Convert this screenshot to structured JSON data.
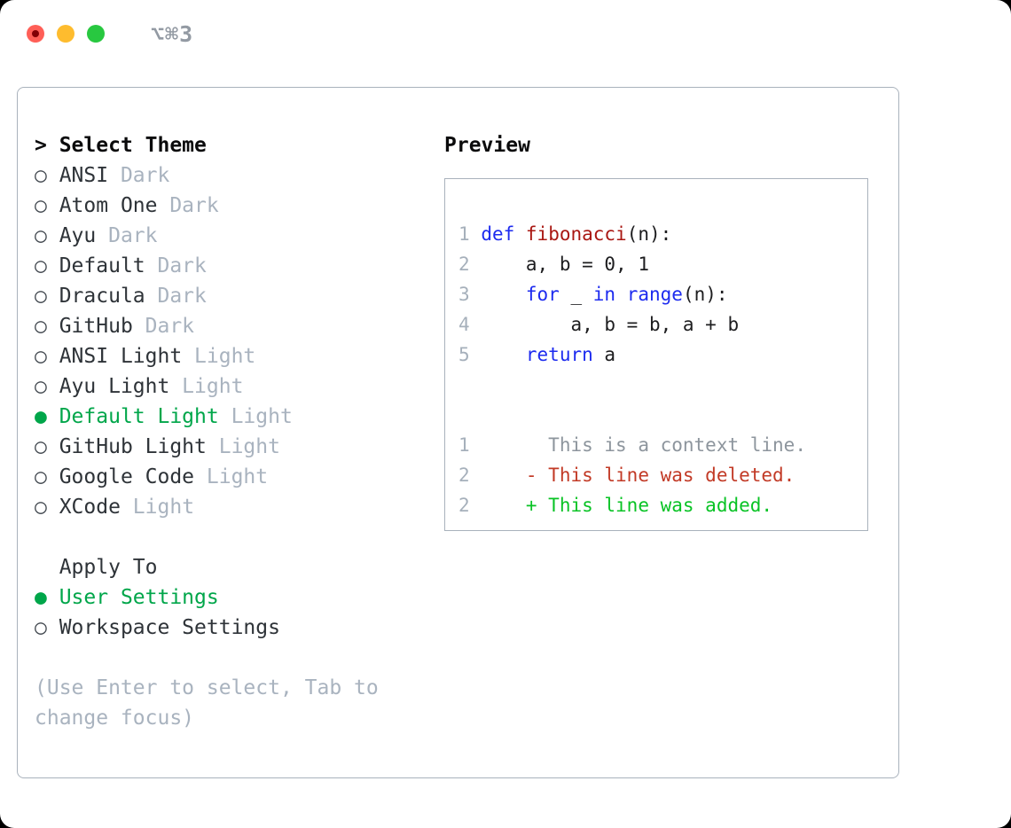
{
  "window": {
    "title": "⌥⌘3"
  },
  "colors": {
    "accent_selected": "#00a64a",
    "keyword_blue": "#1d2bef",
    "function_red": "#a91712",
    "diff_deleted_red": "#c23a26",
    "diff_added_green": "#09c325",
    "muted_gray": "#a9b3bf",
    "border_gray": "#a9b2bc",
    "traffic_red": "#ff5f57",
    "traffic_yellow": "#febc2e",
    "traffic_green": "#28c840"
  },
  "theme_list": {
    "heading": {
      "marker": ">",
      "label": "Select Theme"
    },
    "markers": {
      "unselected": "○",
      "selected": "●"
    },
    "items": [
      {
        "label": "ANSI",
        "variant": "Dark",
        "selected": false
      },
      {
        "label": "Atom One",
        "variant": "Dark",
        "selected": false
      },
      {
        "label": "Ayu",
        "variant": "Dark",
        "selected": false
      },
      {
        "label": "Default",
        "variant": "Dark",
        "selected": false
      },
      {
        "label": "Dracula",
        "variant": "Dark",
        "selected": false
      },
      {
        "label": "GitHub",
        "variant": "Dark",
        "selected": false
      },
      {
        "label": "ANSI Light",
        "variant": "Light",
        "selected": false
      },
      {
        "label": "Ayu Light",
        "variant": "Light",
        "selected": false
      },
      {
        "label": "Default Light",
        "variant": "Light",
        "selected": true
      },
      {
        "label": "GitHub Light",
        "variant": "Light",
        "selected": false
      },
      {
        "label": "Google Code",
        "variant": "Light",
        "selected": false
      },
      {
        "label": "XCode",
        "variant": "Light",
        "selected": false
      }
    ]
  },
  "apply_to": {
    "heading": "Apply To",
    "items": [
      {
        "label": "User Settings",
        "selected": true
      },
      {
        "label": "Workspace Settings",
        "selected": false
      }
    ]
  },
  "help_lines": [
    "(Use Enter to select, Tab to",
    "change focus)"
  ],
  "preview": {
    "heading": "Preview",
    "code_lines": [
      {
        "num": "1",
        "tokens": [
          [
            "kw",
            "def"
          ],
          [
            "plain",
            " "
          ],
          [
            "fn",
            "fibonacci"
          ],
          [
            "plain",
            "(n):"
          ]
        ]
      },
      {
        "num": "2",
        "tokens": [
          [
            "plain",
            "    a, b = 0, 1"
          ]
        ]
      },
      {
        "num": "3",
        "tokens": [
          [
            "plain",
            "    "
          ],
          [
            "kw",
            "for"
          ],
          [
            "plain",
            " _ "
          ],
          [
            "kw",
            "in"
          ],
          [
            "plain",
            " "
          ],
          [
            "kw",
            "range"
          ],
          [
            "plain",
            "(n):"
          ]
        ]
      },
      {
        "num": "4",
        "tokens": [
          [
            "plain",
            "        a, b = b, a + b"
          ]
        ]
      },
      {
        "num": "5",
        "tokens": [
          [
            "plain",
            "    "
          ],
          [
            "kw",
            "return"
          ],
          [
            "plain",
            " a"
          ]
        ]
      }
    ],
    "diff_lines": [
      {
        "num": "1",
        "marker": " ",
        "text": "This is a context line.",
        "type": "context"
      },
      {
        "num": "2",
        "marker": "-",
        "text": "This line was deleted.",
        "type": "deleted"
      },
      {
        "num": "2",
        "marker": "+",
        "text": "This line was added.",
        "type": "added"
      }
    ]
  }
}
